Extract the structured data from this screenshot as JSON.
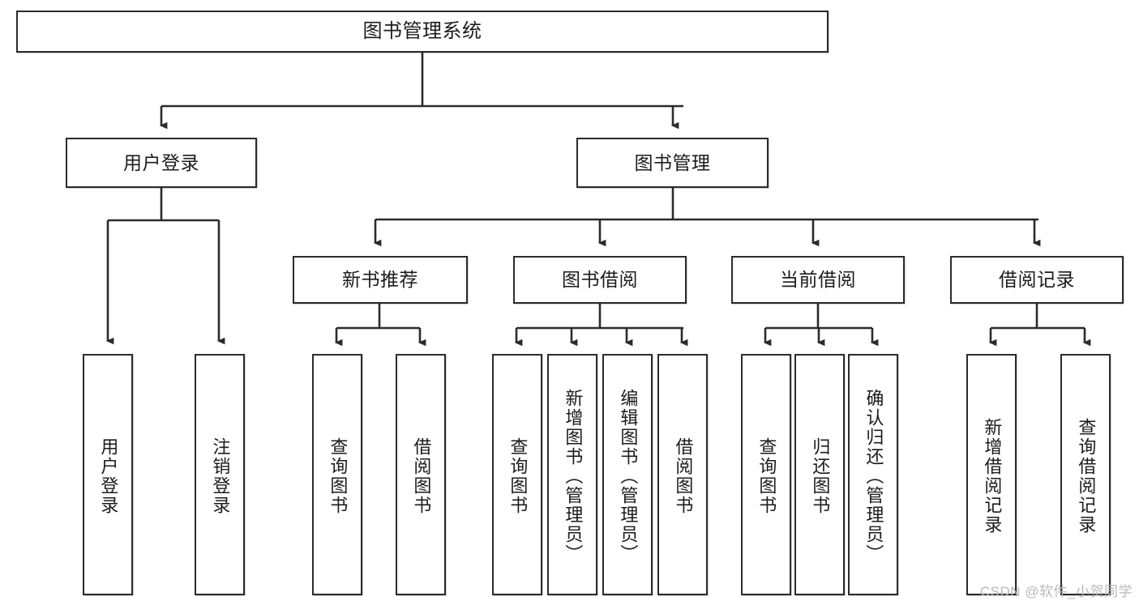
{
  "diagram": {
    "title": "图书管理系统",
    "type": "tree-hierarchy",
    "watermark": "CSDN @软件_小贺同学",
    "nodes": {
      "root": {
        "label": "图书管理系统"
      },
      "level2": [
        {
          "id": "user-login",
          "label": "用户登录"
        },
        {
          "id": "book-management",
          "label": "图书管理"
        }
      ],
      "level3": [
        {
          "id": "new-book-recommend",
          "label": "新书推荐"
        },
        {
          "id": "book-borrow",
          "label": "图书借阅"
        },
        {
          "id": "current-borrow",
          "label": "当前借阅"
        },
        {
          "id": "borrow-record",
          "label": "借阅记录"
        }
      ],
      "leaves": {
        "user-login": [
          {
            "id": "leaf-user-login",
            "label": "用户登录"
          },
          {
            "id": "leaf-logout",
            "label": "注销登录"
          }
        ],
        "new-book-recommend": [
          {
            "id": "leaf-query-book-1",
            "label": "查询图书"
          },
          {
            "id": "leaf-borrow-book-1",
            "label": "借阅图书"
          }
        ],
        "book-borrow": [
          {
            "id": "leaf-query-book-2",
            "label": "查询图书"
          },
          {
            "id": "leaf-add-book",
            "label": "新增图书（管理员）"
          },
          {
            "id": "leaf-edit-book",
            "label": "编辑图书（管理员）"
          },
          {
            "id": "leaf-borrow-book-2",
            "label": "借阅图书"
          }
        ],
        "current-borrow": [
          {
            "id": "leaf-query-book-3",
            "label": "查询图书"
          },
          {
            "id": "leaf-return-book",
            "label": "归还图书"
          },
          {
            "id": "leaf-confirm-return",
            "label": "确认归还（管理员）"
          }
        ],
        "borrow-record": [
          {
            "id": "leaf-add-record",
            "label": "新增借阅记录"
          },
          {
            "id": "leaf-query-record",
            "label": "查询借阅记录"
          }
        ]
      }
    },
    "colors": {
      "stroke": "#2b2b2b",
      "fill": "#ffffff",
      "text": "#1c1c1c",
      "watermark": "#b9b9b9"
    }
  }
}
